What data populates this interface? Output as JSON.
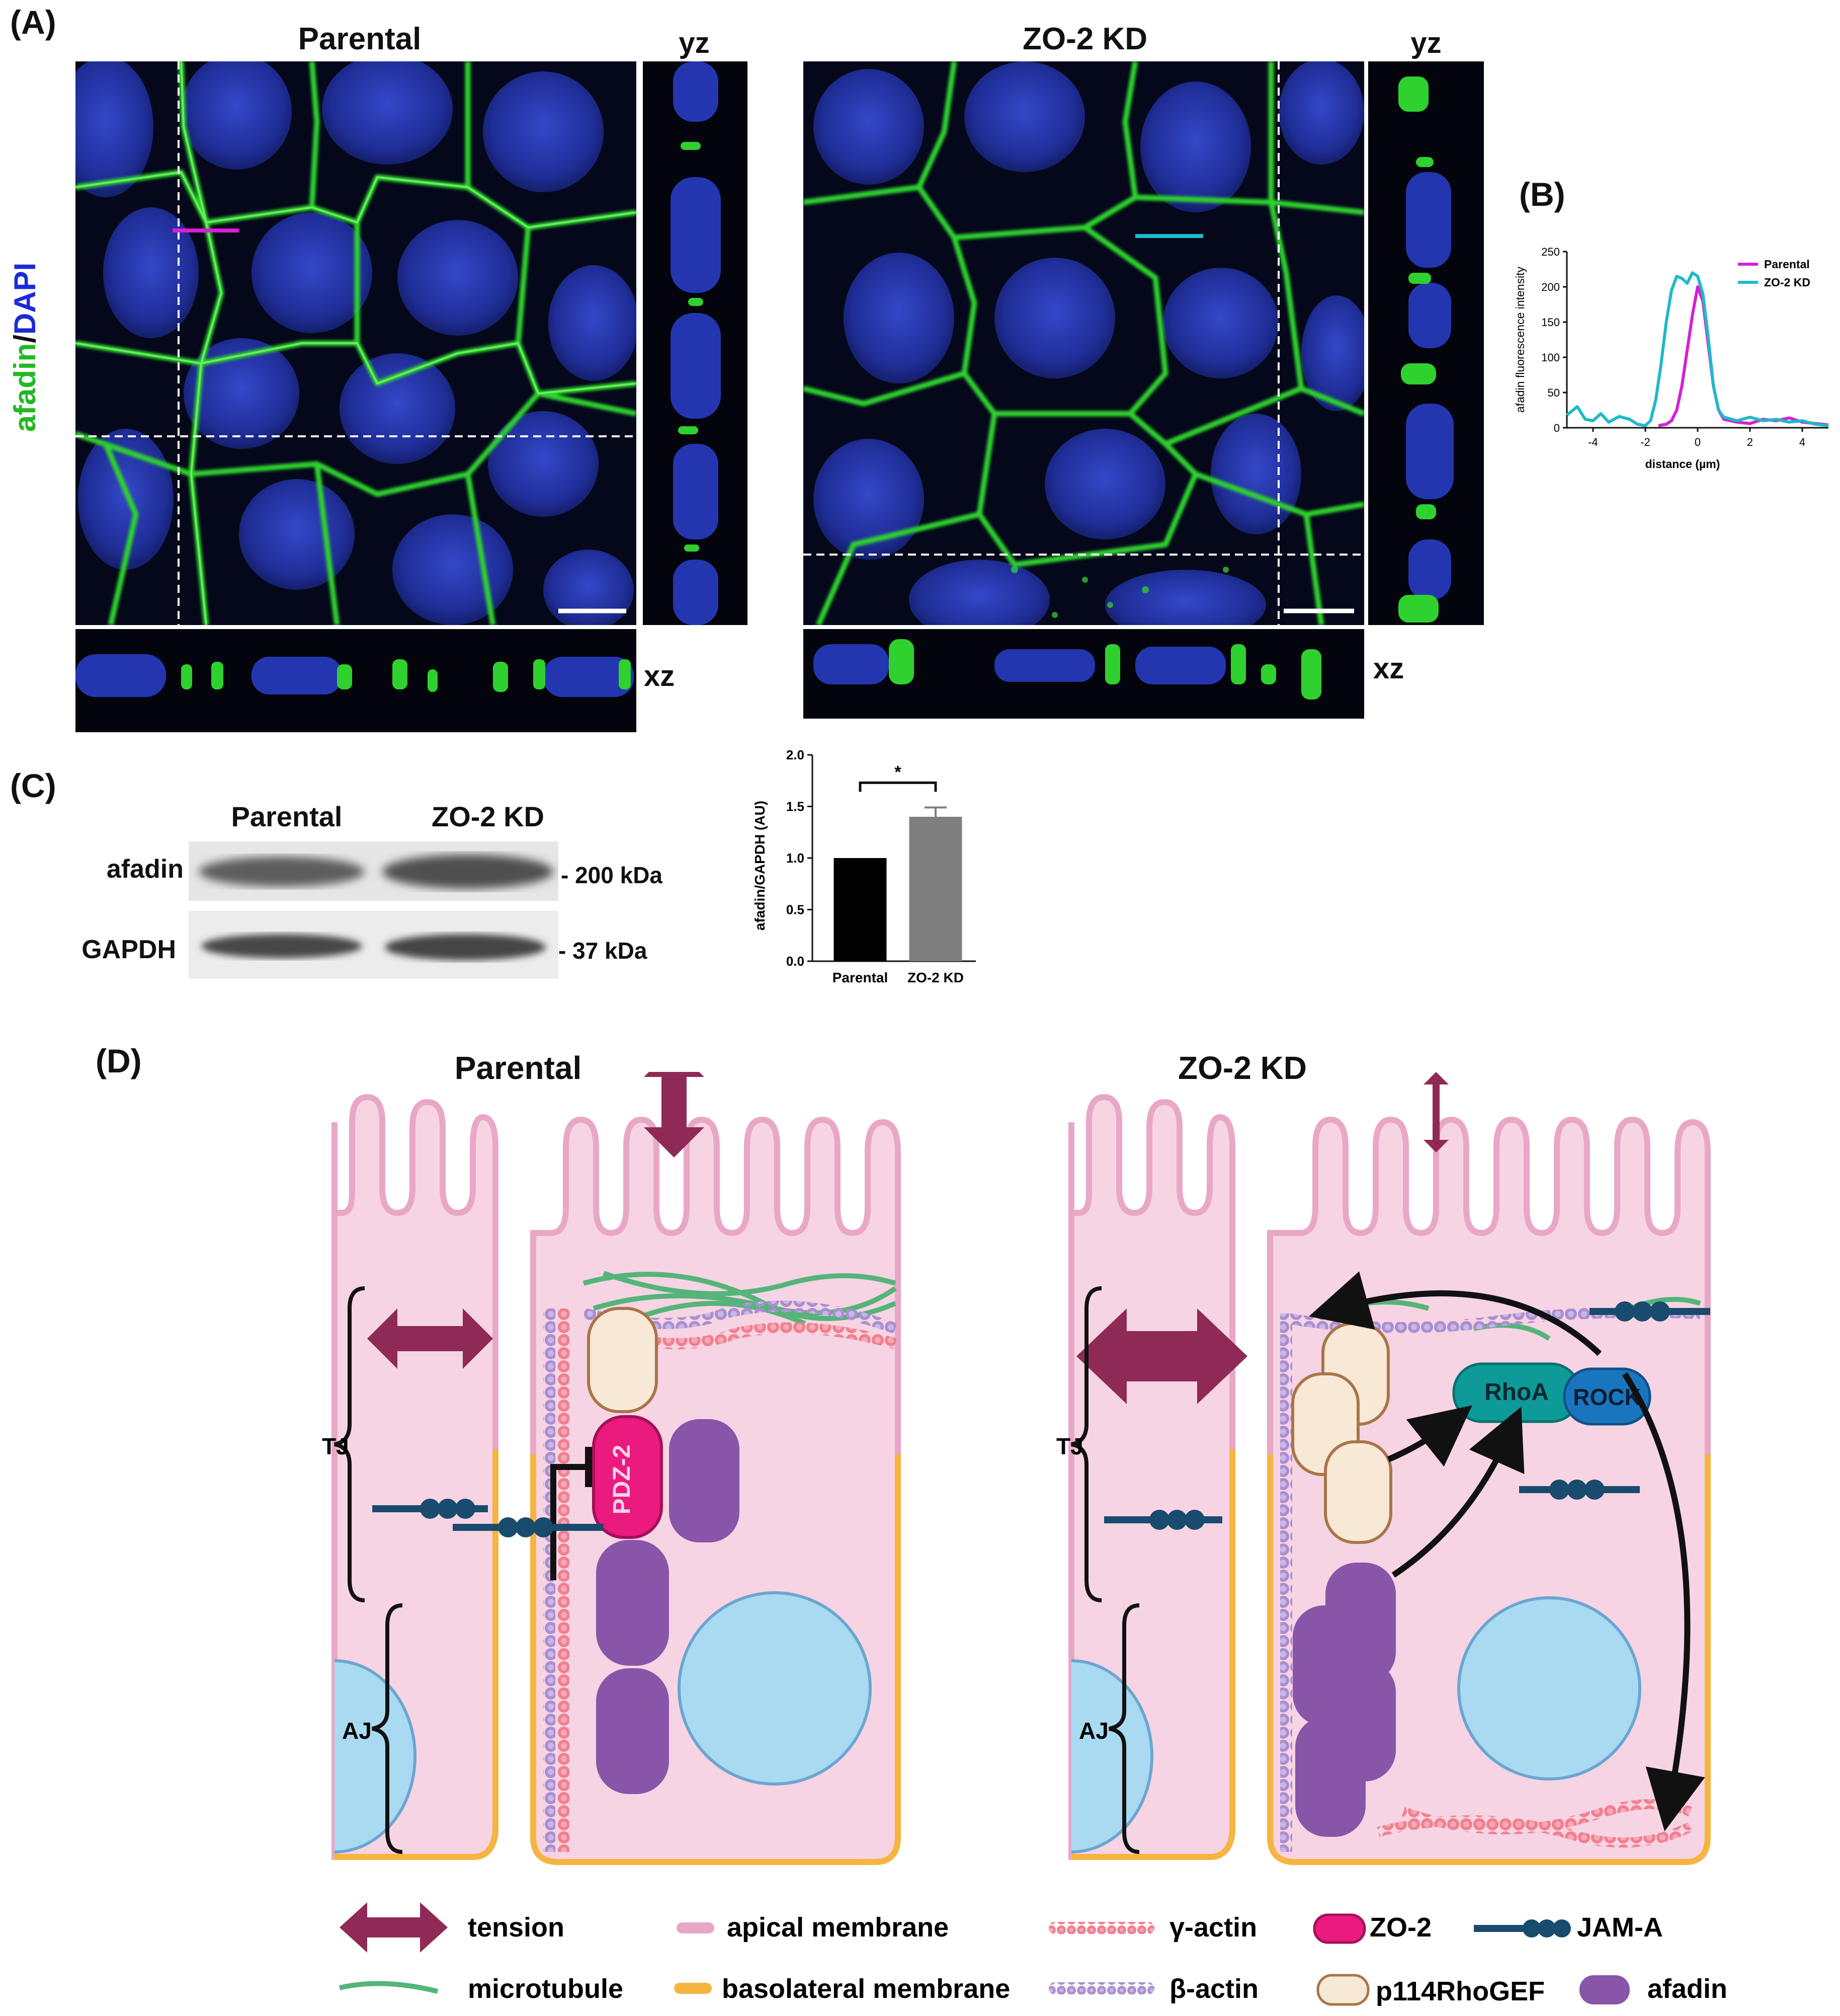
{
  "panel_a": {
    "letter": "(A)",
    "stain_green": "afadin",
    "stain_sep": "/",
    "stain_blue": "DAPI",
    "parental": {
      "title": "Parental",
      "yz_label": "yz",
      "xz_label": "xz"
    },
    "zo2kd": {
      "title": "ZO-2 KD",
      "yz_label": "yz",
      "xz_label": "xz"
    },
    "colors": {
      "green": "#2bd42b",
      "blue": "#2235b5",
      "magenta": "#d61fd6",
      "cyan": "#1fb9c9"
    }
  },
  "panel_b": {
    "letter": "(B)",
    "chart_data": {
      "type": "line",
      "title": "",
      "xlabel": "distance (µm)",
      "ylabel": "afadin fluorescence intensity",
      "xlim": [
        -5,
        5
      ],
      "ylim": [
        0,
        250
      ],
      "xticks": [
        -4,
        -2,
        0,
        2,
        4
      ],
      "yticks": [
        0,
        50,
        100,
        150,
        200,
        250
      ],
      "legend_position": "top-right",
      "series": [
        {
          "name": "Parental",
          "color": "#d61fd6",
          "x": [
            -1.5,
            -1.2,
            -1.0,
            -0.8,
            -0.6,
            -0.4,
            -0.2,
            0.0,
            0.2,
            0.4,
            0.6,
            0.8,
            1.0,
            1.5,
            2.0,
            2.5,
            3.0,
            3.5,
            4.0,
            4.5,
            5.0
          ],
          "y": [
            3,
            5,
            10,
            25,
            60,
            110,
            160,
            200,
            180,
            120,
            60,
            25,
            12,
            8,
            6,
            12,
            10,
            14,
            8,
            6,
            4
          ]
        },
        {
          "name": "ZO-2 KD",
          "color": "#1fb9c9",
          "x": [
            -5.0,
            -4.6,
            -4.3,
            -4.0,
            -3.7,
            -3.4,
            -3.0,
            -2.6,
            -2.3,
            -2.0,
            -1.8,
            -1.6,
            -1.4,
            -1.2,
            -1.0,
            -0.8,
            -0.6,
            -0.4,
            -0.2,
            0.0,
            0.2,
            0.4,
            0.6,
            0.8,
            1.0,
            1.5,
            2.0,
            2.5,
            3.0,
            3.5,
            4.0,
            4.5,
            5.0
          ],
          "y": [
            18,
            30,
            12,
            10,
            20,
            8,
            16,
            12,
            5,
            3,
            10,
            40,
            90,
            150,
            195,
            215,
            212,
            205,
            220,
            215,
            190,
            130,
            60,
            25,
            15,
            10,
            15,
            10,
            12,
            8,
            10,
            5,
            3
          ]
        }
      ]
    }
  },
  "panel_c": {
    "letter": "(C)",
    "blot": {
      "lanes": [
        "Parental",
        "ZO-2 KD"
      ],
      "rows": [
        {
          "label": "afadin",
          "marker": "- 200 kDa"
        },
        {
          "label": "GAPDH",
          "marker": "- 37 kDa"
        }
      ]
    },
    "chart_data": {
      "type": "bar",
      "categories": [
        "Parental",
        "ZO-2 KD"
      ],
      "values": [
        1.0,
        1.4
      ],
      "errors": [
        0,
        0.09
      ],
      "colors": [
        "#000000",
        "#7f7f7f"
      ],
      "ylabel": "afadin/GAPDH (AU)",
      "ylim": [
        0,
        2.0
      ],
      "yticks": [
        "0.0",
        "0.5",
        "1.0",
        "1.5",
        "2.0"
      ],
      "significance": "*"
    }
  },
  "panel_d": {
    "letter": "(D)",
    "parental_title": "Parental",
    "zo2kd_title": "ZO-2 KD",
    "tj_label": "TJ",
    "aj_label": "AJ",
    "pdz_label": "PDZ-2",
    "rhoa_label": "RhoA",
    "rock_label": "ROCK",
    "legend": [
      {
        "key": "tension",
        "label": "tension"
      },
      {
        "key": "apical",
        "label": "apical membrane"
      },
      {
        "key": "gamma",
        "label": "γ-actin"
      },
      {
        "key": "zo2",
        "label": "ZO-2"
      },
      {
        "key": "jama",
        "label": "JAM-A"
      },
      {
        "key": "microtubule",
        "label": "microtubule"
      },
      {
        "key": "basolateral",
        "label": "basolateral membrane"
      },
      {
        "key": "beta",
        "label": "β-actin"
      },
      {
        "key": "p114",
        "label": "p114RhoGEF"
      },
      {
        "key": "afadin",
        "label": "afadin"
      }
    ],
    "colors": {
      "cell": "#f7d4e3",
      "apical": "#e9a7c6",
      "basolateral": "#f6b440",
      "nucleus": "#a9daf1",
      "tension": "#8e2a55",
      "microtubule": "#55b479",
      "gamma": "#f07f90",
      "beta": "#a98fd0",
      "zo2": "#ea1a7f",
      "jama": "#184b6e",
      "p114_fill": "#f8e8d6",
      "p114_edge": "#a8754a",
      "afadin": "#8955a9",
      "rhoa": "#0d9a99",
      "rock": "#1976be"
    }
  }
}
